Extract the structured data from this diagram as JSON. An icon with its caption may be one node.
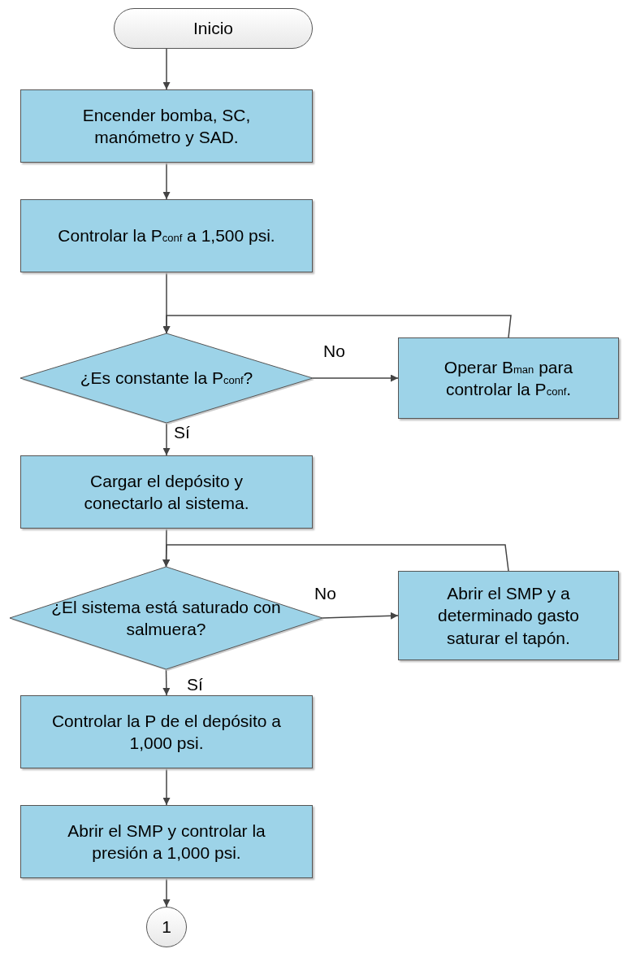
{
  "diagram": {
    "nodes": [
      {
        "text": [
          "Inicio"
        ]
      },
      {
        "text": [
          "Encender bomba, SC, manómetro y SAD."
        ]
      },
      {
        "text": [
          "Controlar la P$_{conf}$ a 1,500 psi."
        ]
      },
      {
        "text": [
          "¿Es constante la P$_{conf}$?"
        ]
      },
      {
        "text": [
          "Operar B$_{man}$ para controlar la P$_{conf}$."
        ]
      },
      {
        "text": [
          "Cargar el depósito y conectarlo al sistema."
        ]
      },
      {
        "text": [
          "¿El sistema está saturado con salmuera?"
        ]
      },
      {
        "text": [
          "Abrir el SMP y a determinado gasto saturar el tapón."
        ]
      },
      {
        "text": [
          "Controlar la P de el depósito a 1,000 psi."
        ]
      },
      {
        "text": [
          "Abrir el SMP y controlar la presión a 1,000 psi."
        ]
      },
      {
        "text": [
          "1"
        ]
      }
    ],
    "edges": [
      {
        "from": 0,
        "to": 1,
        "arrow": "to"
      },
      {
        "from": 1,
        "to": 2,
        "arrow": "to"
      },
      {
        "from": 2,
        "to": 3,
        "arrow": "to"
      },
      {
        "from": 3,
        "to": 4,
        "arrow": "to",
        "label": "No"
      },
      {
        "from": 4,
        "to": 3,
        "arrow": "to"
      },
      {
        "from": 3,
        "to": 5,
        "arrow": "to",
        "label": "Sí"
      },
      {
        "from": 5,
        "to": 6,
        "arrow": "to"
      },
      {
        "from": 6,
        "to": 7,
        "arrow": "to",
        "label": "No"
      },
      {
        "from": 7,
        "to": 6,
        "arrow": "to"
      },
      {
        "from": 6,
        "to": 8,
        "arrow": "to",
        "label": "Sí"
      },
      {
        "from": 8,
        "to": 9,
        "arrow": "to"
      },
      {
        "from": 9,
        "to": 10,
        "arrow": "to"
      }
    ]
  }
}
